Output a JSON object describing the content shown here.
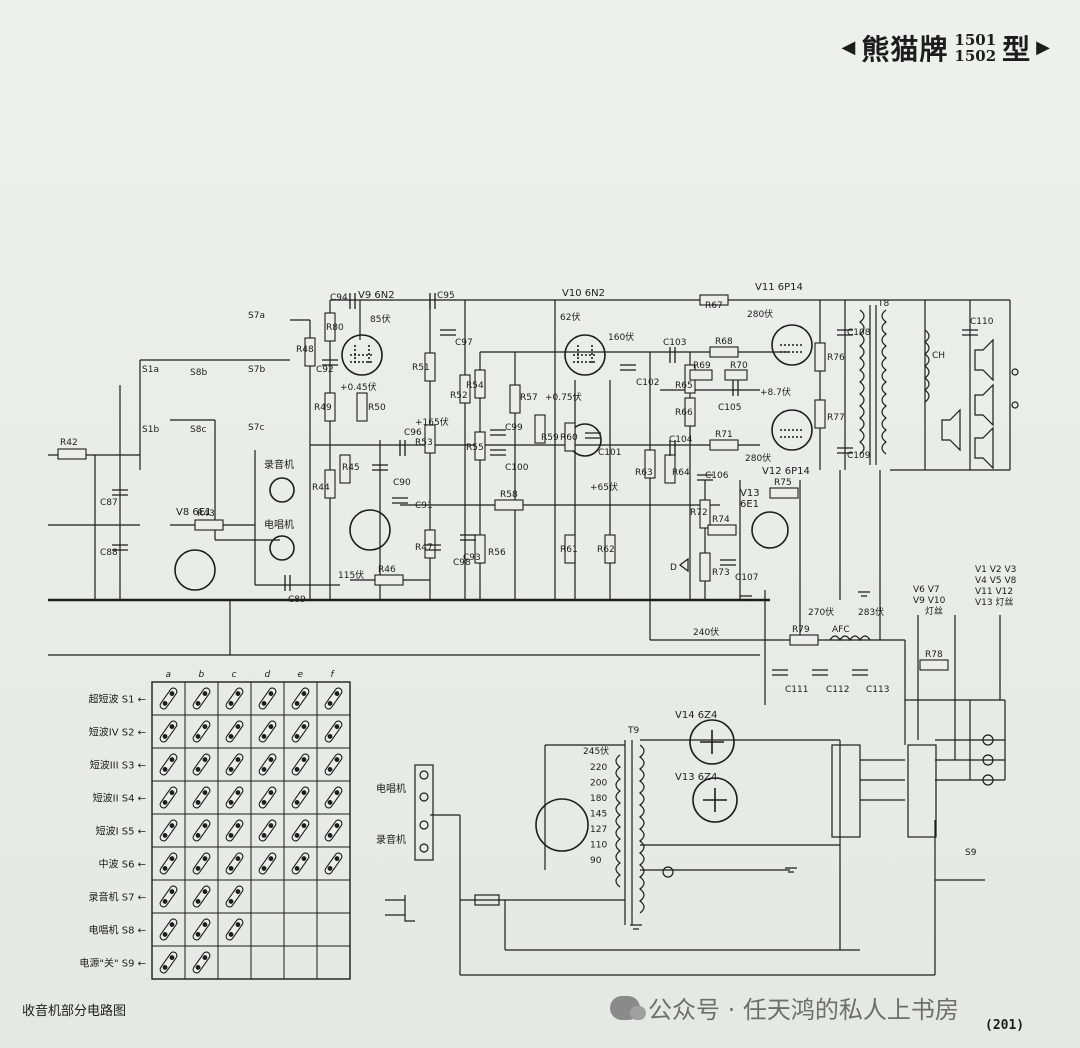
{
  "header": {
    "brand": "熊猫牌",
    "model_top": "1501",
    "model_bottom": "1502",
    "suffix": "型",
    "left_arrow": "◀",
    "right_arrow": "▶"
  },
  "tubes": [
    {
      "id": "v9",
      "label": "V9 6N2"
    },
    {
      "id": "v10",
      "label": "V10 6N2"
    },
    {
      "id": "v11",
      "label": "V11 6P14"
    },
    {
      "id": "v12",
      "label": "V12 6P14"
    },
    {
      "id": "v13a",
      "label": "V13"
    },
    {
      "id": "v13b",
      "label": "6E1"
    },
    {
      "id": "v8",
      "label": "V8 6E1"
    },
    {
      "id": "v14",
      "label": "V14 6Z4"
    },
    {
      "id": "v13z",
      "label": "V13 6Z4"
    }
  ],
  "voltages": {
    "v85": "85伏",
    "v160": "160伏",
    "v62": "62伏",
    "v280a": "280伏",
    "v280b": "280伏",
    "v165": "+165伏",
    "v075": "+0.75伏",
    "v65": "+65伏",
    "v045": "+0.45伏",
    "v087": "+8.7伏",
    "v115": "115伏",
    "v240": "240伏",
    "v270": "270伏",
    "v283": "283伏",
    "v245": "245伏"
  },
  "devices": {
    "tape": "录音机",
    "phono": "电唱机",
    "tape2": "录音机",
    "phono2": "电唱机",
    "afc": "AFC",
    "ch": "CH",
    "t8": "T8",
    "t9": "T9",
    "d": "D"
  },
  "switch_labels": {
    "s7a": "S7a",
    "s7b": "S7b",
    "s7c": "S7c",
    "s8b": "S8b",
    "s8c": "S8c",
    "s1a": "S1a",
    "s1b": "S1b",
    "s9": "S9"
  },
  "resistors": [
    "R42",
    "R43",
    "R44",
    "R45",
    "R46",
    "R47",
    "R48",
    "R49",
    "R50",
    "R51",
    "R52",
    "R53",
    "R54",
    "R55",
    "R56",
    "R57",
    "R58",
    "R59",
    "R60",
    "R61",
    "R62",
    "R63",
    "R64",
    "R65",
    "R66",
    "R67",
    "R68",
    "R69",
    "R70",
    "R71",
    "R72",
    "R73",
    "R74",
    "R75",
    "R76",
    "R77",
    "R78",
    "R79",
    "R80"
  ],
  "capacitors": [
    "C87",
    "C88",
    "C89",
    "C90",
    "C91",
    "C92",
    "C93",
    "C94",
    "C95",
    "C96",
    "C97",
    "C98",
    "C99",
    "C100",
    "C101",
    "C102",
    "C103",
    "C104",
    "C105",
    "C106",
    "C107",
    "C108",
    "C109",
    "C110",
    "C111",
    "C112",
    "C113"
  ],
  "heater_labels": {
    "left_top": "V6  V7",
    "left_mid": "V9  V10",
    "left_bot": "灯丝",
    "right_top": "V1 V2 V3",
    "right_2": "V4 V5 V8",
    "right_3": "V11 V12",
    "right_4": "V13 灯丝"
  },
  "transformer_taps": [
    "220",
    "200",
    "180",
    "145",
    "127",
    "110",
    "90"
  ],
  "switch_table": {
    "columns": [
      "a",
      "b",
      "c",
      "d",
      "e",
      "f"
    ],
    "rows": [
      {
        "label": "超短波 S1",
        "cols": 6
      },
      {
        "label": "短波IV S2",
        "cols": 6
      },
      {
        "label": "短波III S3",
        "cols": 6
      },
      {
        "label": "短波II S4",
        "cols": 6
      },
      {
        "label": "短波I S5",
        "cols": 6
      },
      {
        "label": "中波 S6",
        "cols": 6
      },
      {
        "label": "录音机 S7",
        "cols": 3
      },
      {
        "label": "电唱机 S8",
        "cols": 3
      },
      {
        "label": "电源\"关\" S9",
        "cols": 2
      }
    ]
  },
  "caption": "收音机部分电路图",
  "page_number": "(201)",
  "watermark": "公众号 · 任天鸿的私人上书房",
  "colors": {
    "ink": "#1d1d1d",
    "paper": "#ecedeb"
  }
}
